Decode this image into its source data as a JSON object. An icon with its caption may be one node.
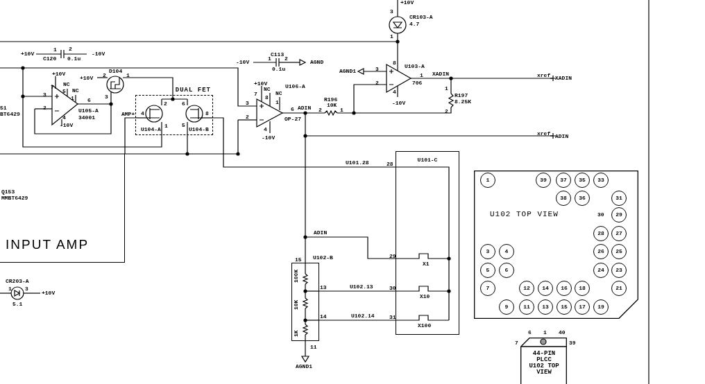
{
  "diagram": {
    "nodes": [
      {
        "text": [
          "INPUT AMP"
        ]
      },
      {
        "text": [
          "DUAL FET"
        ],
        "beside": [
          "AMP+"
        ]
      },
      {
        "text": [
          "U101-C"
        ],
        "beside": [
          "28",
          "29",
          "30",
          "31"
        ]
      },
      {
        "text": [
          "U102-B"
        ],
        "beside": [
          "15",
          "11"
        ]
      },
      {
        "text": [
          "U102 TOP VIEW"
        ]
      },
      {
        "text": [
          "1"
        ],
        "in": 4
      },
      {
        "text": [
          "39"
        ],
        "in": 4
      },
      {
        "text": [
          "37"
        ],
        "in": 4
      },
      {
        "text": [
          "35"
        ],
        "in": 4
      },
      {
        "text": [
          "33"
        ],
        "in": 4
      },
      {
        "text": [
          "38"
        ],
        "in": 4
      },
      {
        "text": [
          "36"
        ],
        "in": 4
      },
      {
        "text": [
          "31"
        ],
        "in": 4
      },
      {
        "text": [
          "29"
        ],
        "in": 4
      },
      {
        "text": [
          "28"
        ],
        "in": 4
      },
      {
        "text": [
          "27"
        ],
        "in": 4
      },
      {
        "text": [
          "3"
        ],
        "in": 4
      },
      {
        "text": [
          "4"
        ],
        "in": 4
      },
      {
        "text": [
          "26"
        ],
        "in": 4
      },
      {
        "text": [
          "25"
        ],
        "in": 4
      },
      {
        "text": [
          "5"
        ],
        "in": 4
      },
      {
        "text": [
          "6"
        ],
        "in": 4
      },
      {
        "text": [
          "24"
        ],
        "in": 4
      },
      {
        "text": [
          "23"
        ],
        "in": 4
      },
      {
        "text": [
          "7"
        ],
        "in": 4
      },
      {
        "text": [
          "12"
        ],
        "in": 4
      },
      {
        "text": [
          "14"
        ],
        "in": 4
      },
      {
        "text": [
          "16"
        ],
        "in": 4
      },
      {
        "text": [
          "18"
        ],
        "in": 4
      },
      {
        "text": [
          "21"
        ],
        "in": 4
      },
      {
        "text": [
          "9"
        ],
        "in": 4
      },
      {
        "text": [
          "11"
        ],
        "in": 4
      },
      {
        "text": [
          "13"
        ],
        "in": 4
      },
      {
        "text": [
          "15"
        ],
        "in": 4
      },
      {
        "text": [
          "17"
        ],
        "in": 4
      },
      {
        "text": [
          "19"
        ],
        "in": 4
      },
      {
        "text": [
          "44-PIN PLCC U102 TOP VIEW"
        ],
        "beside": [
          "6",
          "1",
          "40",
          "7",
          "39"
        ]
      }
    ],
    "edges": [
      {
        "from": 1,
        "to": 2,
        "arrow": "none",
        "label": "U101.28"
      },
      {
        "from": 3,
        "to": 2,
        "arrow": "none",
        "label": "U102.13"
      },
      {
        "from": 3,
        "to": 2,
        "arrow": "none",
        "label": "U102.14"
      },
      {
        "from": 0,
        "to": 1,
        "arrow": "none"
      }
    ],
    "labels": [
      "+10V",
      "3",
      "1",
      "CR103-A",
      "4.7",
      "+10V",
      "1",
      "C120",
      "2",
      "0.1u",
      "-10V",
      "-10V",
      "1",
      "C113",
      "2",
      "0.1u",
      "AGND",
      "AGND1",
      "3",
      "2",
      "8",
      "U103-A",
      "1",
      "XADIN",
      "706",
      "4",
      "-10V",
      "1",
      "R197",
      "8.25K",
      "2",
      "xref",
      "XADIN",
      "+10V",
      "7",
      "NC",
      "5",
      "NC",
      "1",
      "3",
      "2",
      "6",
      "51",
      "BT6429",
      "U105-A",
      "4",
      "34001",
      "-10V",
      "+10V",
      "2",
      "D104",
      "1",
      "3",
      "4",
      "2",
      "1",
      "6",
      "5",
      "8",
      "U104-A",
      "U104-B",
      "+10V",
      "7",
      "NC",
      "8",
      "NC",
      "1",
      "U106-A",
      "3",
      "2",
      "6",
      "ADIN",
      "OP-27",
      "4",
      "-10V",
      "R196",
      "10K",
      "2",
      "1",
      "xref",
      "ADIN",
      "Q153",
      "MMBT6429",
      "ADIN",
      "X1",
      "100K",
      "13",
      "X10",
      "10K",
      "14",
      "X100",
      "1K",
      "AGND1",
      "CR203-A",
      "1",
      "3",
      "+10V",
      "5.1",
      "30"
    ]
  }
}
